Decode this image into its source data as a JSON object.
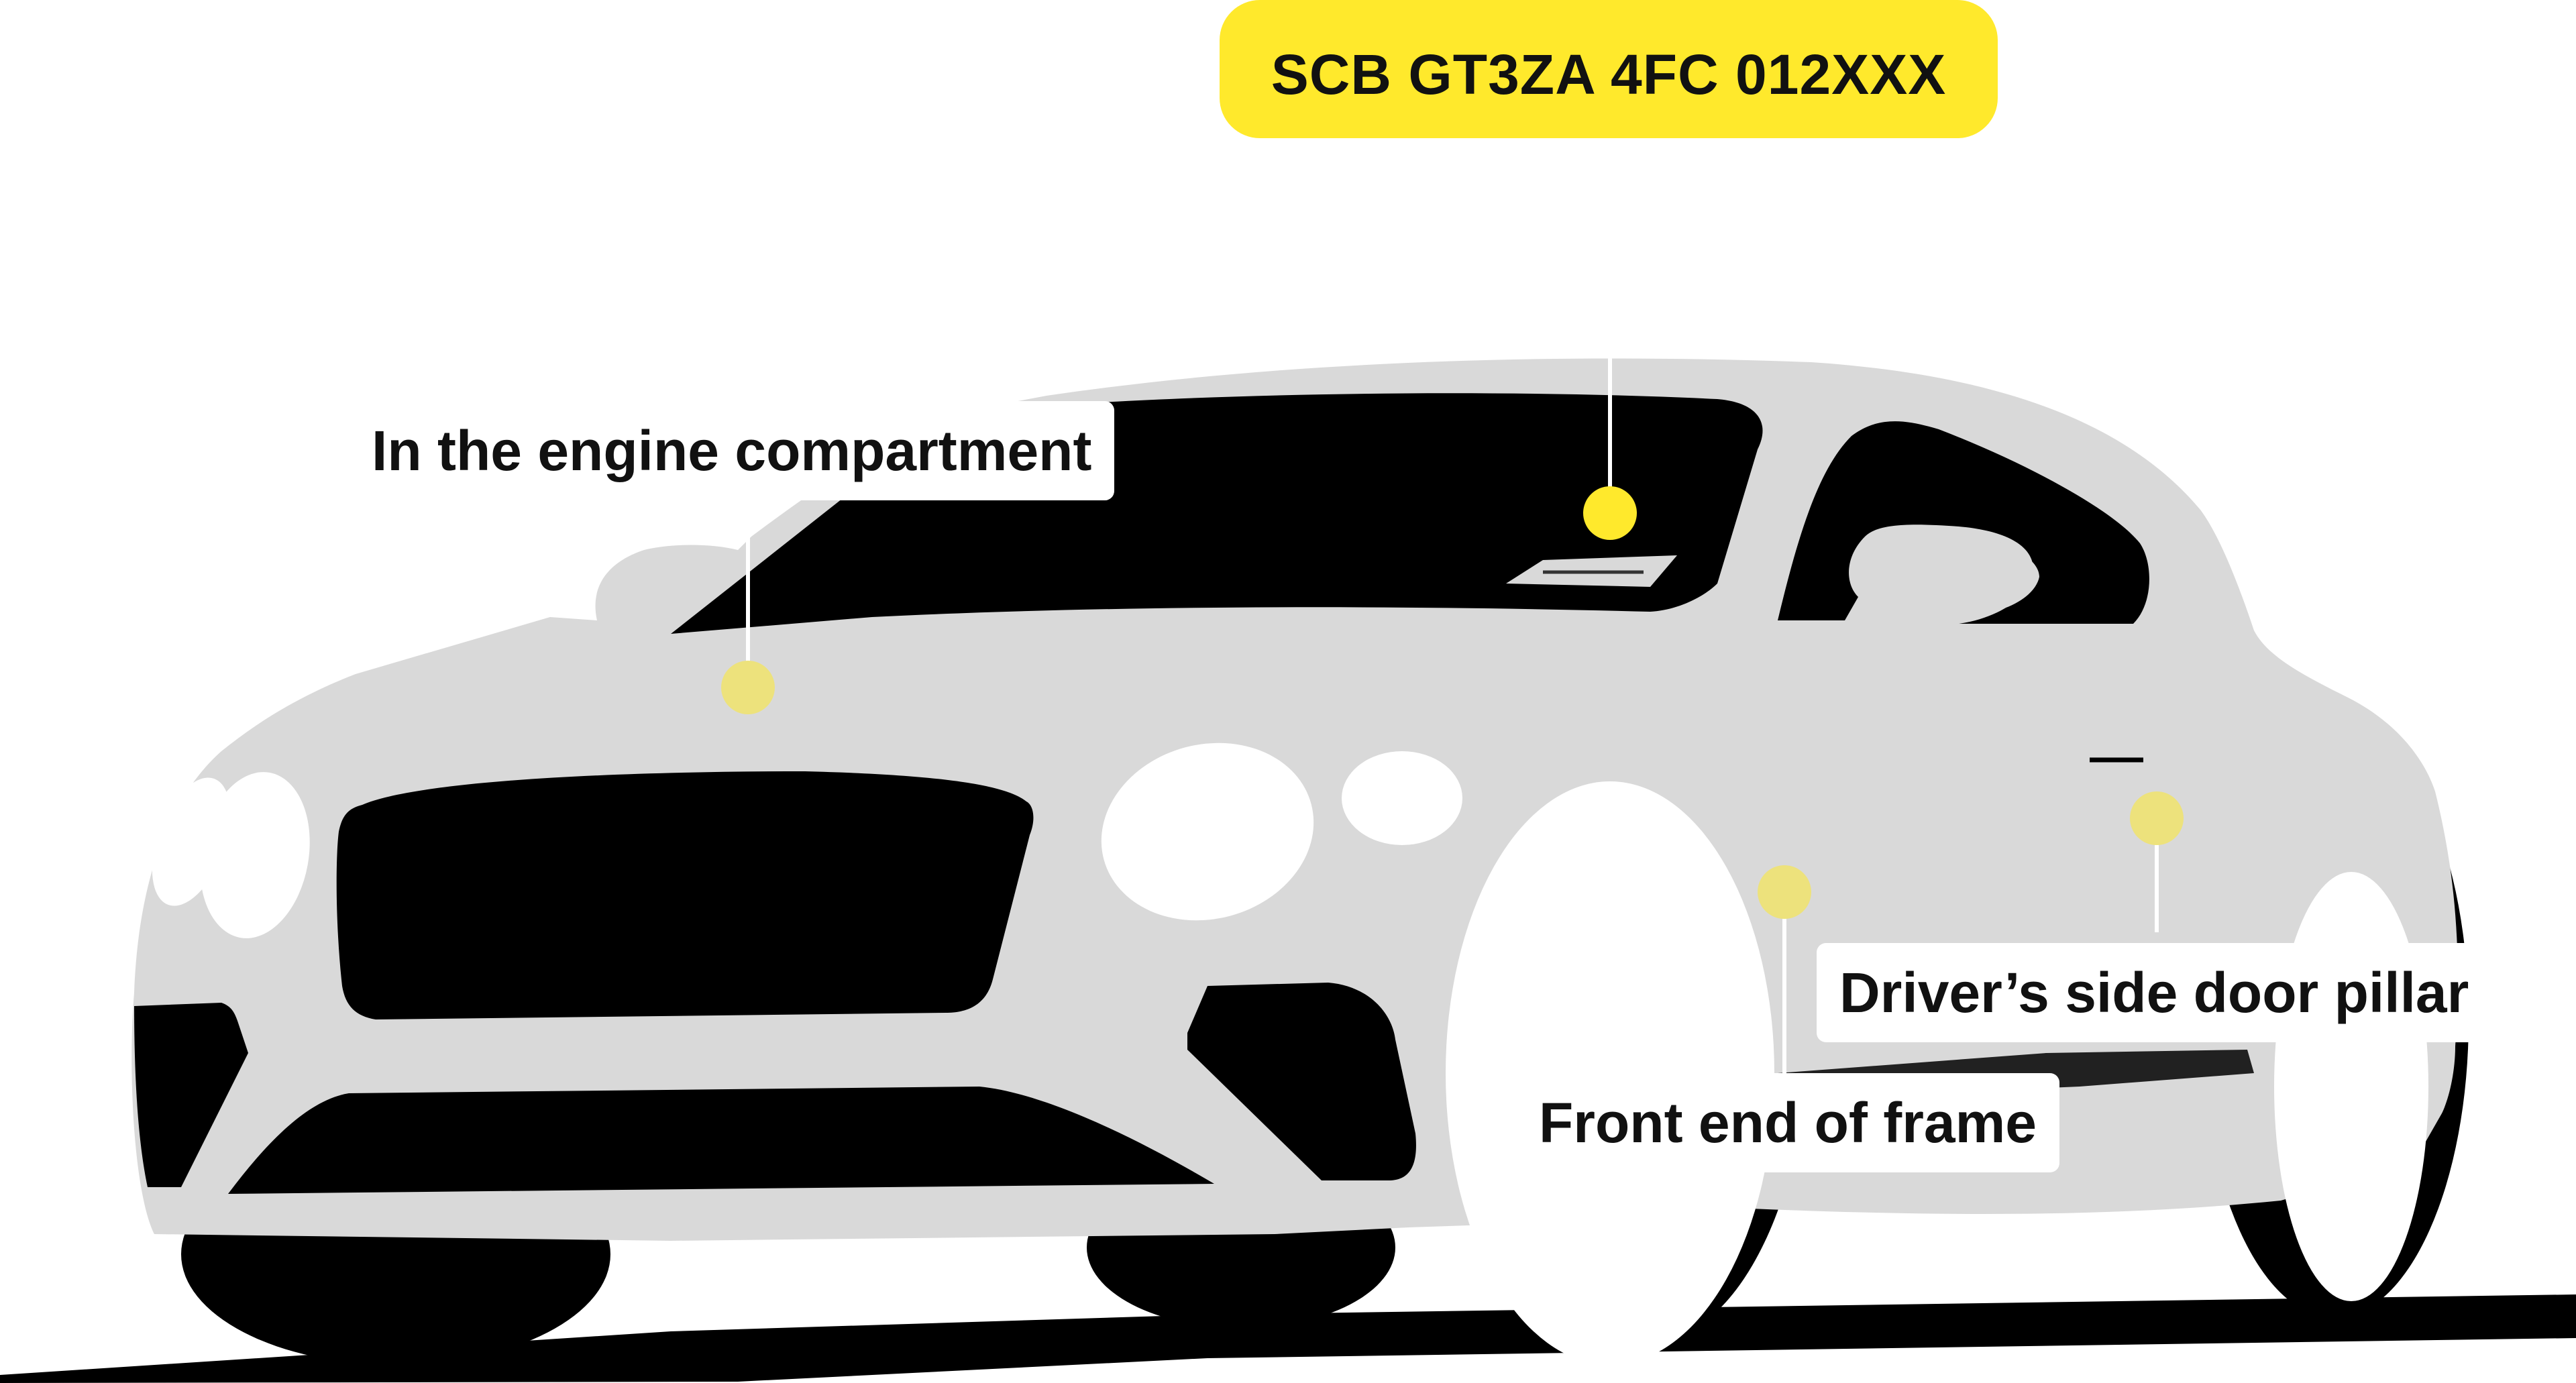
{
  "vin": {
    "text": "SCB GT3ZA 4FC 012XXX",
    "badge_color": "#FFE92C"
  },
  "callouts": {
    "engine": "In the engine compartment",
    "door_pillar": "Driver’s side door pillar",
    "frame": "Front end of frame"
  },
  "colors": {
    "car_body": "#D9D9D9",
    "car_dark": "#000000",
    "wheel_face": "#FFFFFF",
    "shadow": "#000000",
    "marker_solid": "#FFE92C",
    "marker_faded": "#EDE27C",
    "leader_line": "#FFFFFF"
  }
}
